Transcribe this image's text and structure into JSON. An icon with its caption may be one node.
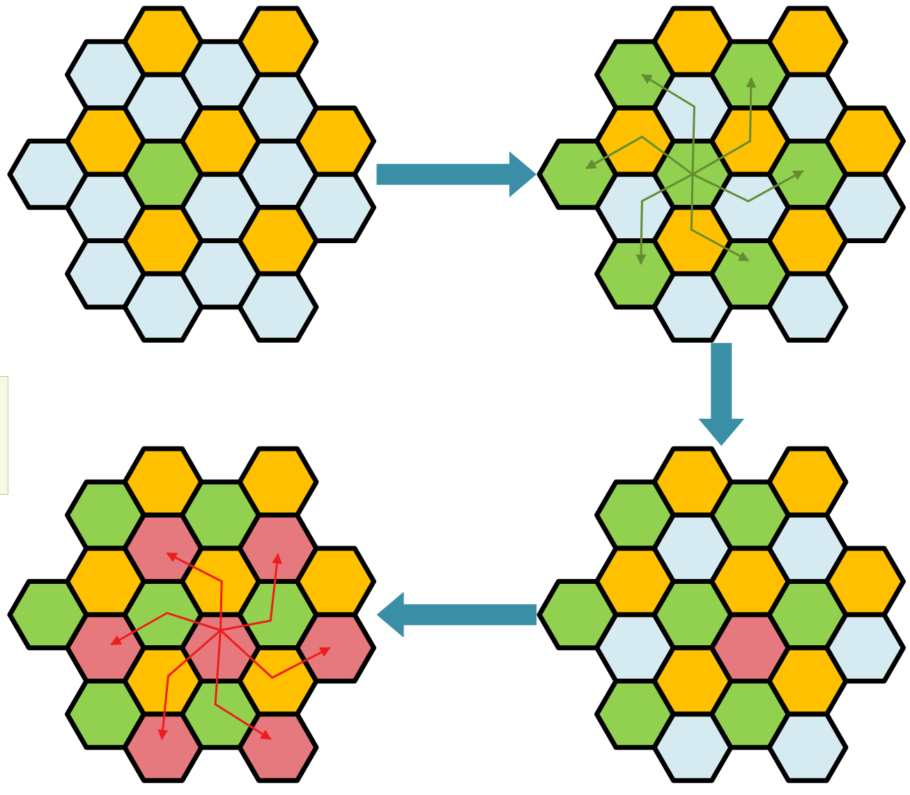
{
  "diagram": {
    "nodes": [
      {
        "text": [],
        "shape": "picture"
      },
      {
        "text": [],
        "shape": "picture"
      },
      {
        "text": [],
        "shape": "picture"
      },
      {
        "text": [],
        "shape": "picture"
      }
    ],
    "edges": [
      {
        "from": 0,
        "to": 1,
        "arrow": "to",
        "style": "thick"
      },
      {
        "from": 1,
        "to": 3,
        "arrow": "to",
        "style": "thick"
      },
      {
        "from": 3,
        "to": 2,
        "arrow": "to",
        "style": "thick"
      }
    ]
  }
}
